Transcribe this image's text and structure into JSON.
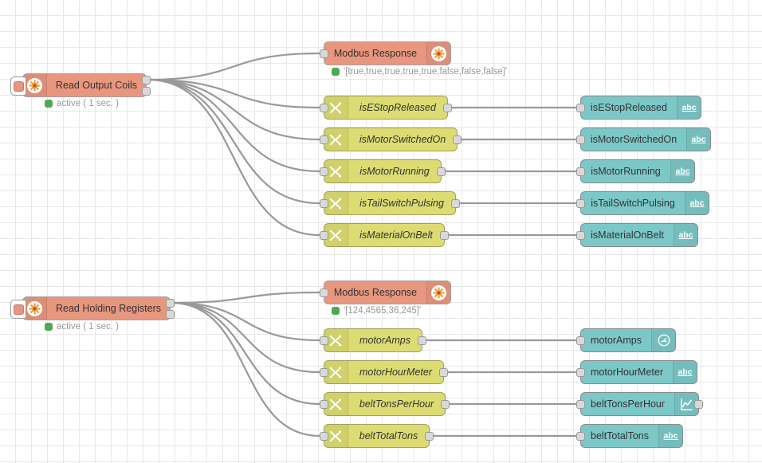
{
  "app": {
    "name": "node-red-flow-editor",
    "canvas_background": "#ffffff",
    "grid_color": "#e8e8e8"
  },
  "colors": {
    "inject_node": "#e9967f",
    "change_node": "#dcdc72",
    "dashboard_node": "#7cc8c8",
    "status_dot": "#53a653",
    "wire": "#999999"
  },
  "groups": [
    {
      "id": "output-coils",
      "inject": {
        "label": "Read Output Coils",
        "status": "active ( 1 sec. )",
        "icon": "modbus-flower-icon",
        "outputs": 2
      },
      "response": {
        "label": "Modbus Response",
        "status": "'[true,true,true,true,true,false,false,false]'",
        "icon": "modbus-flower-icon"
      },
      "change_nodes": [
        {
          "label": "isEStopReleased",
          "icon": "change-shuffle-icon"
        },
        {
          "label": "isMotorSwitchedOn",
          "icon": "change-shuffle-icon"
        },
        {
          "label": "isMotorRunning",
          "icon": "change-shuffle-icon"
        },
        {
          "label": "isTailSwitchPulsing",
          "icon": "change-shuffle-icon"
        },
        {
          "label": "isMaterialOnBelt",
          "icon": "change-shuffle-icon"
        }
      ],
      "dashboard_nodes": [
        {
          "label": "isEStopReleased",
          "icon": "abc-text-icon",
          "has_output": false
        },
        {
          "label": "isMotorSwitchedOn",
          "icon": "abc-text-icon",
          "has_output": false
        },
        {
          "label": "isMotorRunning",
          "icon": "abc-text-icon",
          "has_output": false
        },
        {
          "label": "isTailSwitchPulsing",
          "icon": "abc-text-icon",
          "has_output": false
        },
        {
          "label": "isMaterialOnBelt",
          "icon": "abc-text-icon",
          "has_output": false
        }
      ]
    },
    {
      "id": "holding-registers",
      "inject": {
        "label": "Read Holding Registers",
        "status": "active ( 1 sec. )",
        "icon": "modbus-flower-icon",
        "outputs": 2
      },
      "response": {
        "label": "Modbus Response",
        "status": "'[124,4565,36,245]'",
        "icon": "modbus-flower-icon"
      },
      "change_nodes": [
        {
          "label": "motorAmps",
          "icon": "change-shuffle-icon"
        },
        {
          "label": "motorHourMeter",
          "icon": "change-shuffle-icon"
        },
        {
          "label": "beltTonsPerHour",
          "icon": "change-shuffle-icon"
        },
        {
          "label": "beltTotalTons",
          "icon": "change-shuffle-icon"
        }
      ],
      "dashboard_nodes": [
        {
          "label": "motorAmps",
          "icon": "gauge-icon",
          "has_output": false
        },
        {
          "label": "motorHourMeter",
          "icon": "abc-text-icon",
          "has_output": false
        },
        {
          "label": "beltTonsPerHour",
          "icon": "line-chart-icon",
          "has_output": true
        },
        {
          "label": "beltTotalTons",
          "icon": "abc-text-icon",
          "has_output": false
        }
      ]
    }
  ]
}
